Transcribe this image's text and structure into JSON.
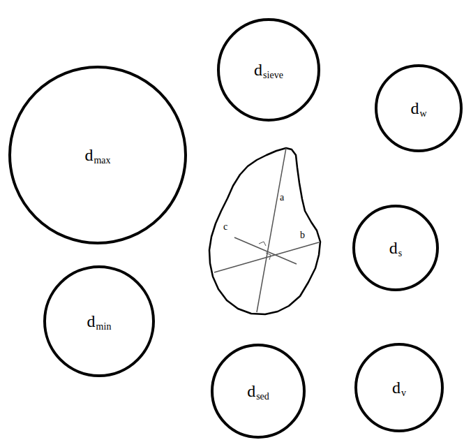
{
  "diagram": {
    "nodes": [
      {
        "text": [
          "d",
          "sieve"
        ]
      },
      {
        "text": [
          "d",
          "w"
        ]
      },
      {
        "text": [
          "d",
          "max"
        ]
      },
      {
        "text": [
          "d",
          "s"
        ]
      },
      {
        "text": [
          "d",
          "min"
        ]
      },
      {
        "text": [
          "d",
          "sed"
        ]
      },
      {
        "text": [
          "d",
          "v"
        ]
      }
    ],
    "labels": [
      "a",
      "b",
      "c"
    ]
  }
}
